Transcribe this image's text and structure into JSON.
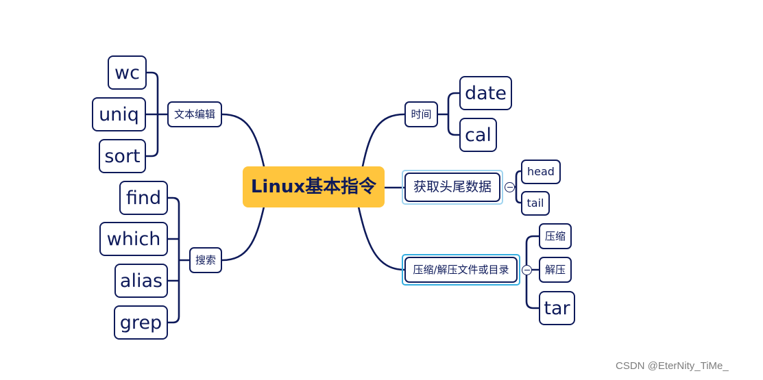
{
  "root": {
    "label": "Linux基本指令"
  },
  "left_branches": [
    {
      "label": "文本编辑",
      "children": [
        "wc",
        "uniq",
        "sort"
      ]
    },
    {
      "label": "搜索",
      "children": [
        "find",
        "which",
        "alias",
        "grep"
      ]
    }
  ],
  "right_branches": [
    {
      "label": "时间",
      "children": [
        "date",
        "cal"
      ]
    },
    {
      "label": "获取头尾数据",
      "children": [
        "head",
        "tail"
      ],
      "collapse_icon": "minus-circle-icon"
    },
    {
      "label": "压缩/解压文件或目录",
      "children": [
        "压缩",
        "解压",
        "tar"
      ],
      "collapse_icon": "minus-circle-icon"
    }
  ],
  "watermark": "CSDN @EterNity_TiMe_",
  "colors": {
    "root_fill": "#ffc53d",
    "node_border": "#0e1a5a",
    "edge": "#0e1a5a",
    "selection_light": "#9fd4ef",
    "selection_strong": "#34aee0",
    "watermark": "#7d7d7d"
  }
}
